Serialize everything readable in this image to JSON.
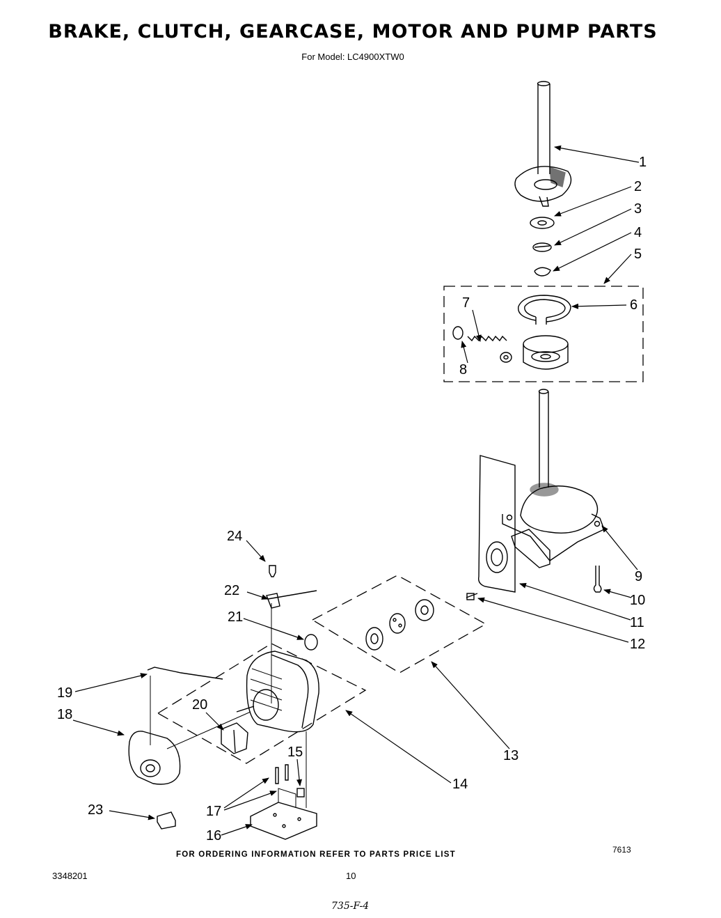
{
  "title": "BRAKE, CLUTCH, GEARCASE, MOTOR AND PUMP PARTS",
  "subtitle": "For Model: LC4900XTW0",
  "callouts": [
    "1",
    "2",
    "3",
    "4",
    "5",
    "6",
    "7",
    "8",
    "9",
    "10",
    "11",
    "12",
    "13",
    "14",
    "15",
    "16",
    "17",
    "18",
    "19",
    "20",
    "21",
    "22",
    "23",
    "24"
  ],
  "footer_text": "FOR ORDERING INFORMATION REFER TO PARTS PRICE LIST",
  "diagram_code": "7613",
  "doc_number": "3348201",
  "page_number": "10",
  "handwritten_note": "735-F-4"
}
